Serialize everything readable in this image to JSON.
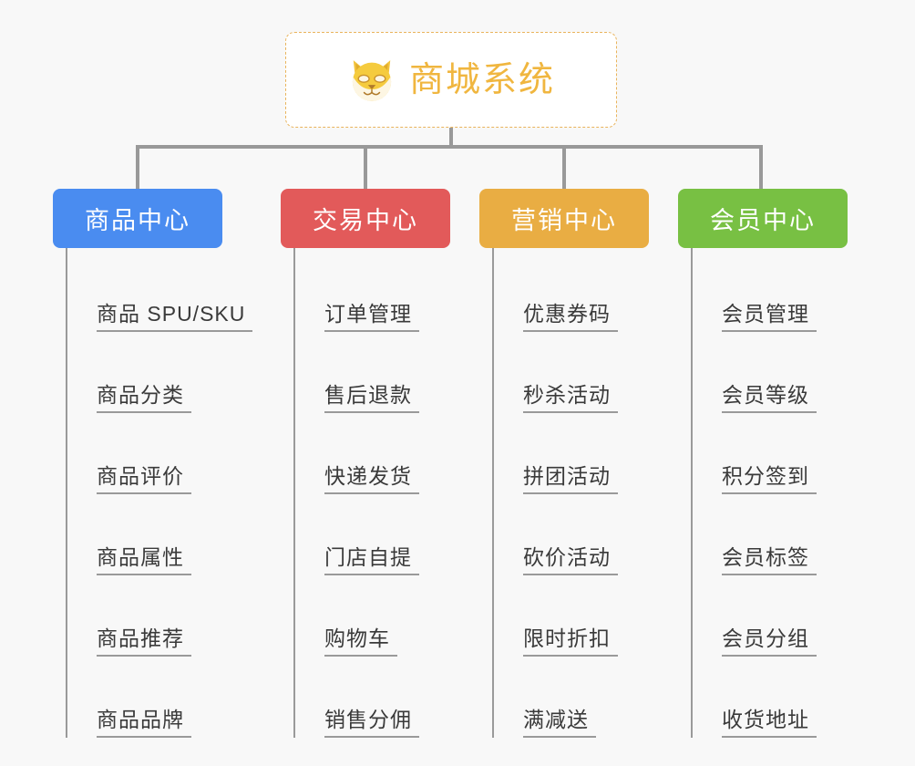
{
  "page": {
    "background_color": "#f8f8f8",
    "line_color": "#999999"
  },
  "root": {
    "icon": "shiba-dog-face-icon",
    "title": "商城系统",
    "text_color": "#f0b63f",
    "border_color": "#e9b45c",
    "background_color": "#ffffff"
  },
  "branches": [
    {
      "label": "商品中心",
      "color": "#4a8cf0",
      "items": [
        "商品 SPU/SKU",
        "商品分类",
        "商品评价",
        "商品属性",
        "商品推荐",
        "商品品牌"
      ]
    },
    {
      "label": "交易中心",
      "color": "#e25a5a",
      "items": [
        "订单管理",
        "售后退款",
        "快递发货",
        "门店自提",
        "购物车",
        "销售分佣"
      ]
    },
    {
      "label": "营销中心",
      "color": "#e9ad43",
      "items": [
        "优惠券码",
        "秒杀活动",
        "拼团活动",
        "砍价活动",
        "限时折扣",
        "满减送"
      ]
    },
    {
      "label": "会员中心",
      "color": "#78c043",
      "items": [
        "会员管理",
        "会员等级",
        "积分签到",
        "会员标签",
        "会员分组",
        "收货地址"
      ]
    }
  ]
}
